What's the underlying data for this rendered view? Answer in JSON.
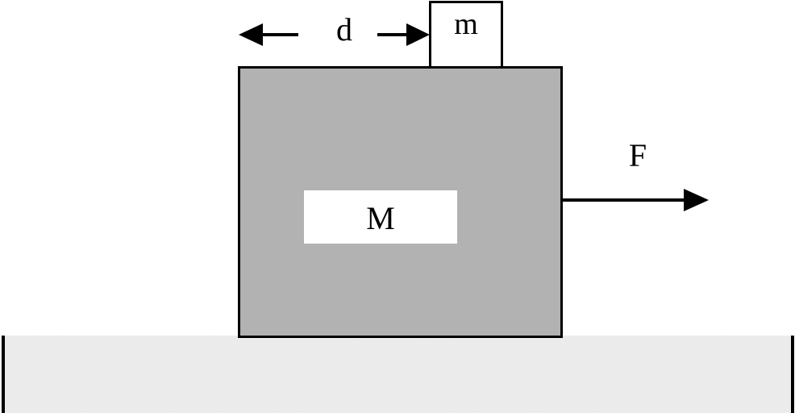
{
  "labels": {
    "small_mass": "m",
    "large_mass": "M",
    "distance": "d",
    "force": "F"
  },
  "colors": {
    "large_block": "#b2b2b2",
    "ground": "#ececec",
    "outline": "#000000"
  }
}
